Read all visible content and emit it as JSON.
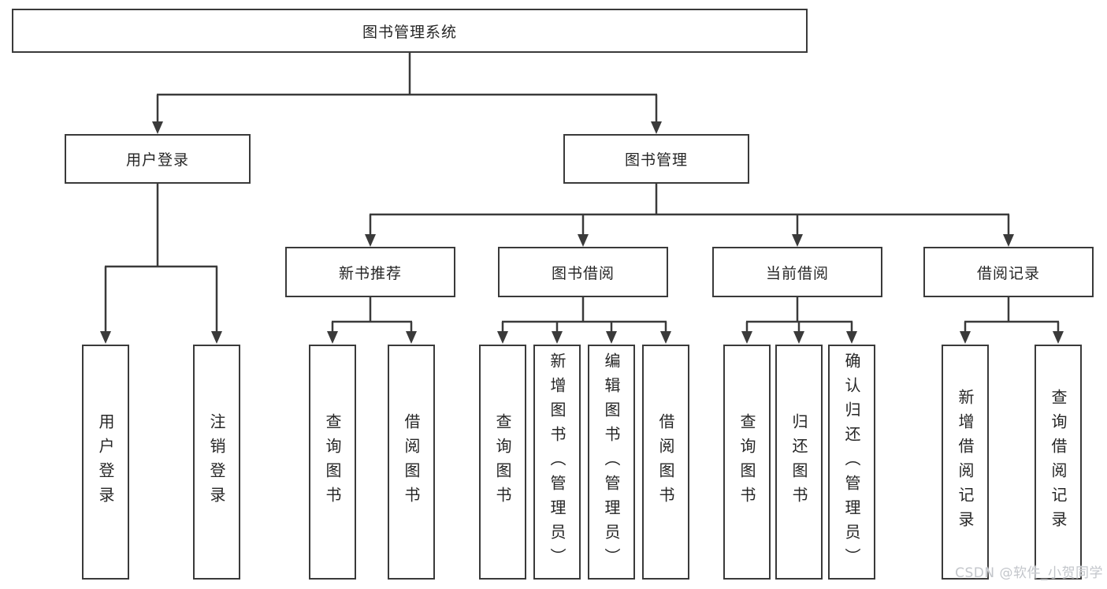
{
  "diagram_title": "图书管理系统",
  "nodes": {
    "root": "图书管理系统",
    "user_login": "用户登录",
    "book_management": "图书管理",
    "new_book_recommend": "新书推荐",
    "book_borrow": "图书借阅",
    "current_borrow": "当前借阅",
    "borrow_records": "借阅记录",
    "leaf_user_login": "用户登录",
    "leaf_logout": "注销登录",
    "leaf_nb_query_books": "查询图书",
    "leaf_nb_borrow_books": "借阅图书",
    "leaf_bb_query_books": "查询图书",
    "leaf_bb_add_books_admin": "新增图书（管理员）",
    "leaf_bb_edit_books_admin": "编辑图书（管理员）",
    "leaf_bb_borrow_books": "借阅图书",
    "leaf_cb_query_books": "查询图书",
    "leaf_cb_return_books": "归还图书",
    "leaf_cb_confirm_return_admin": "确认归还（管理员）",
    "leaf_br_add_record": "新增借阅记录",
    "leaf_br_query_record": "查询借阅记录"
  },
  "watermark": "CSDN @软件_小贺同学",
  "colors": {
    "line": "#3a3a3a",
    "text": "#262626",
    "box_background": "#ffffff",
    "watermark": "#c3c6cb",
    "background": "#ffffff"
  }
}
